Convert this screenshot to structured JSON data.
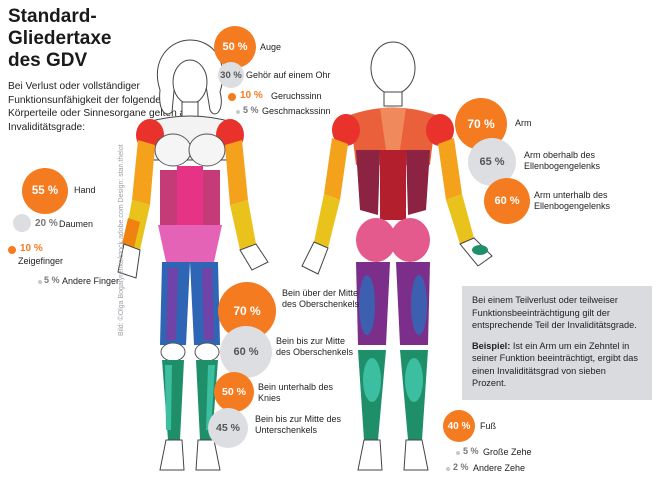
{
  "title": "Standard-\nGliedertaxe\ndes GDV",
  "intro": "Bei Verlust oder vollständiger Funktionsunfähigkeit der folgenden Körperteile oder Sinnesorgane gelten als Invaliditätsgrade:",
  "items": {
    "auge": {
      "value": "50 %",
      "label": "Auge"
    },
    "gehoer": {
      "value": "30 %",
      "label": "Gehör auf einem Ohr"
    },
    "geruch": {
      "value": "10 %",
      "label": "Geruchssinn"
    },
    "geschmack": {
      "value": "5 %",
      "label": "Geschmackssinn"
    },
    "hand": {
      "value": "55 %",
      "label": "Hand"
    },
    "daumen": {
      "value": "20 %",
      "label": "Daumen"
    },
    "zeigefinger": {
      "value": "10 %",
      "label": "Zeigefinger"
    },
    "andere_finger": {
      "value": "5 %",
      "label": "Andere Finger"
    },
    "arm": {
      "value": "70 %",
      "label": "Arm"
    },
    "arm_oberhalb": {
      "value": "65 %",
      "label": "Arm oberhalb des Ellenbogengelenks"
    },
    "arm_unterhalb": {
      "value": "60 %",
      "label": "Arm unterhalb des Ellenbogengelenks"
    },
    "bein_ueber": {
      "value": "70 %",
      "label": "Bein über der Mitte des Oberschenkels"
    },
    "bein_bis": {
      "value": "60 %",
      "label": "Bein bis zur Mitte des Oberschenkels"
    },
    "bein_unterhalb": {
      "value": "50 %",
      "label": "Bein unterhalb des Knies"
    },
    "bein_unterschenkel": {
      "value": "45 %",
      "label": "Bein bis zur Mitte des Unterschenkels"
    },
    "fuss": {
      "value": "40 %",
      "label": "Fuß"
    },
    "grosse_zehe": {
      "value": "5 %",
      "label": "Große Zehe"
    },
    "andere_zehe": {
      "value": "2 %",
      "label": "Andere Zehe"
    }
  },
  "info": {
    "text": "Bei einem Teilverlust oder teilweiser Funktionsbeeinträchtigung gilt der entsprechende Teil der Invaliditätsgrade.",
    "example_label": "Beispiel:",
    "example_text": "Ist ein Arm um ein Zehntel in seiner Funktion beeinträchtigt, ergibt das einen Invaliditätsgrad von sieben Prozent."
  },
  "credit": "Bild: ©Olga Bogatyrenko/stock.adobe.com  Design: stan.thelot",
  "colors": {
    "orange": "#f47b20",
    "grey": "#dcdee2",
    "infobox": "#d9dbdf"
  }
}
